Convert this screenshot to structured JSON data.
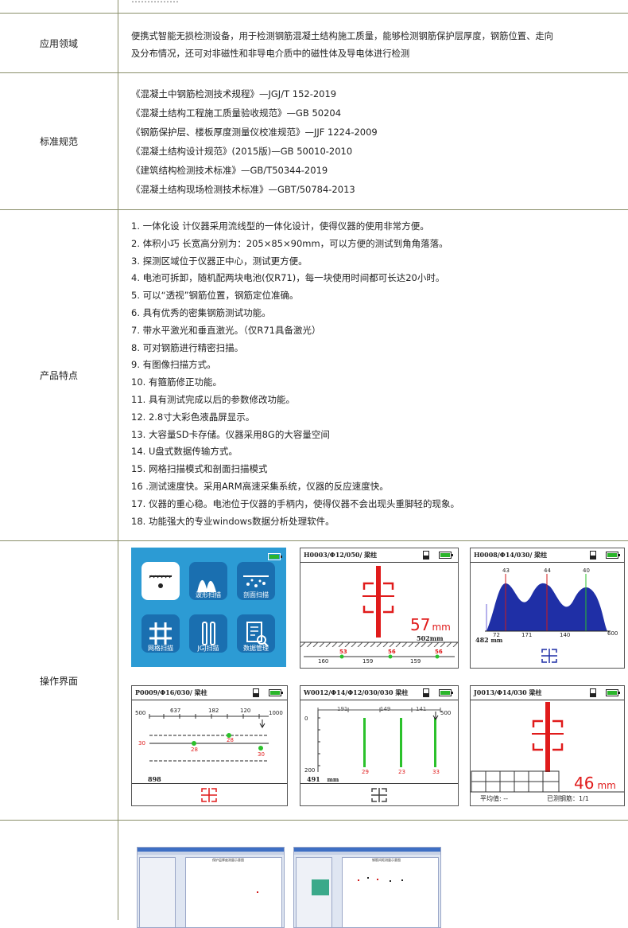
{
  "top_fragment": "……………",
  "rows": {
    "application": {
      "label": "应用领域",
      "line1": "便携式智能无损检测设备，用于检测钢筋混凝土结构施工质量，能够检测钢筋保护层厚度，钢筋位置、走向",
      "line2": "及分布情况，还可对非磁性和非导电介质中的磁性体及导电体进行检测"
    },
    "standards": {
      "label": "标准规范",
      "items": [
        "《混凝土中钢筋检测技术规程》—JGJ/T 152-2019",
        "《混凝土结构工程施工质量验收规范》—GB 50204",
        "《钢筋保护层、楼板厚度测量仪校准规范》—JJF 1224-2009",
        "《混凝土结构设计规范》(2015版)—GB 50010-2010",
        "《建筑结构检测技术标准》—GB/T50344-2019",
        "《混凝土结构现场检测技术标准》—GBT/50784-2013"
      ]
    },
    "features": {
      "label": "产品特点",
      "items": [
        "1. 一体化设   计仪器采用流线型的一体化设计，使得仪器的使用非常方便。",
        "2. 体积小巧    长宽高分别为：205×85×90mm，可以方便的测试到角角落落。",
        "3. 探测区域位于仪器正中心，测试更方便。",
        "4. 电池可拆卸，随机配两块电池(仅R71)，每一块使用时间都可长达20小时。",
        "5. 可以“透视”钢筋位置，钢筋定位准确。",
        "6. 具有优秀的密集钢筋测试功能。",
        "7. 带水平激光和垂直激光。（仅R71具备激光）",
        "8. 可对钢筋进行精密扫描。",
        "9. 有图像扫描方式。",
        "10. 有箍筋修正功能。",
        "11.  具有测试完成以后的参数修改功能。",
        "12.  2.8寸大彩色液晶屏显示。",
        "13. 大容量SD卡存储。仪器采用8G的大容量空间",
        "14. U盘式数据传输方式。",
        "15. 网格扫描模式和剖面扫描模式",
        "16 .测试速度快。采用ARM高速采集系统，仪器的反应速度快。",
        "17. 仪器的重心稳。电池位于仪器的手柄内，使得仪器不会出现头重脚轻的现象。",
        "18. 功能强大的专业windows数据分析处理软件。"
      ]
    },
    "interface": {
      "label": "操作界面"
    }
  },
  "menu": {
    "tiles": [
      "厚度测试",
      "波形扫描",
      "剖面扫描",
      "网格扫描",
      "JGJ扫描",
      "数据管理"
    ]
  },
  "screens": {
    "s1": {
      "header": "H0003/Φ12/050/ 梁柱",
      "value": "57",
      "unit": "mm",
      "dist": "502mm",
      "marks": [
        "53",
        "56",
        "56"
      ],
      "spacings": [
        "160",
        "159",
        "159"
      ]
    },
    "s2": {
      "header": "H0008/Φ14/030/ 梁柱",
      "peaks": [
        "43",
        "44",
        "40"
      ],
      "ticks": [
        "72",
        "171",
        "140"
      ],
      "left_val": "482",
      "left_unit": "mm",
      "right_val": "600"
    },
    "s3": {
      "header": "P0009/Φ16/030/ 梁柱",
      "scale_left": "500",
      "scale_right": "1000",
      "seg": [
        "637",
        "182",
        "120"
      ],
      "depth": "30",
      "pts": [
        "28",
        "28",
        "30"
      ],
      "bottom": "898"
    },
    "s4": {
      "header": "W0012/Φ14/Φ12/030/030 梁柱",
      "top_left": "0",
      "top_right": "500",
      "seg": [
        "191",
        "149",
        "141"
      ],
      "bars": [
        "29",
        "23",
        "33"
      ],
      "bottom_axis": "200",
      "bottom_val": "491",
      "bottom_unit": "mm"
    },
    "s5": {
      "header": "J0013/Φ14/030 梁柱",
      "value": "46",
      "unit": "mm",
      "avg_label": "平均值: --",
      "count_label": "已测钢筋：1/1"
    }
  },
  "software": {
    "w1_title": "保护层厚度测量示意图",
    "w2_title": "钢筋间距测量示意图"
  }
}
